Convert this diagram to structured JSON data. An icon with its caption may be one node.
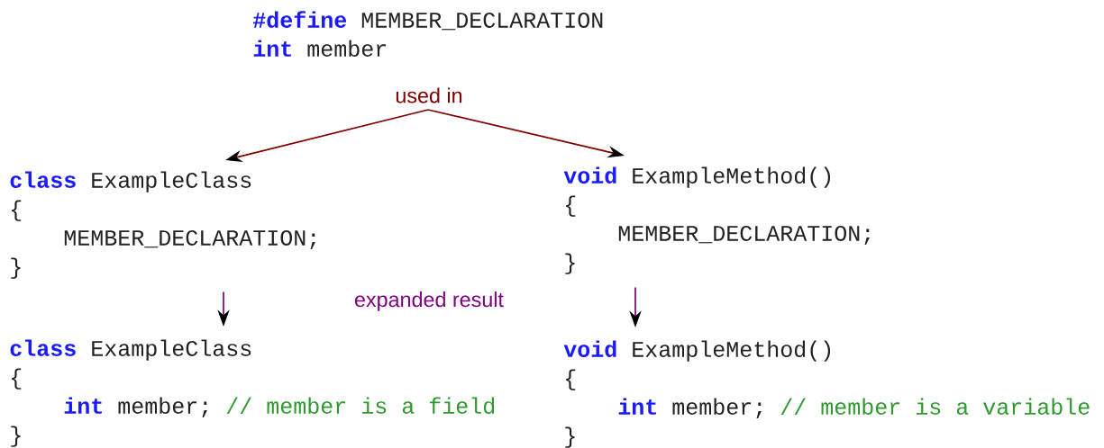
{
  "diagram": {
    "nodes": [
      {
        "text": [
          "#define",
          "MEMBER_DECLARATION",
          "int",
          "member"
        ]
      },
      {
        "text": [
          "class",
          "ExampleClass",
          "{",
          "MEMBER_DECLARATION;",
          "}"
        ]
      },
      {
        "text": [
          "void",
          "ExampleMethod()",
          "{",
          "MEMBER_DECLARATION;",
          "}"
        ]
      },
      {
        "text": [
          "class",
          "ExampleClass",
          "{",
          "int",
          "member;",
          "// member is a field",
          "}"
        ]
      },
      {
        "text": [
          "void",
          "ExampleMethod()",
          "{",
          "int",
          "member;",
          "// member is a variable",
          "}"
        ]
      }
    ],
    "edges": [
      {
        "from": null,
        "to": 1,
        "arrow": "to",
        "label": "used in",
        "color": "#800000"
      },
      {
        "from": null,
        "to": 2,
        "arrow": "to",
        "color": "#800000"
      },
      {
        "from": 1,
        "to": 3,
        "arrow": "to",
        "color": "#800080"
      },
      {
        "from": 2,
        "to": 4,
        "arrow": "to",
        "color": "#800080"
      }
    ],
    "labels": [
      "expanded result"
    ]
  }
}
